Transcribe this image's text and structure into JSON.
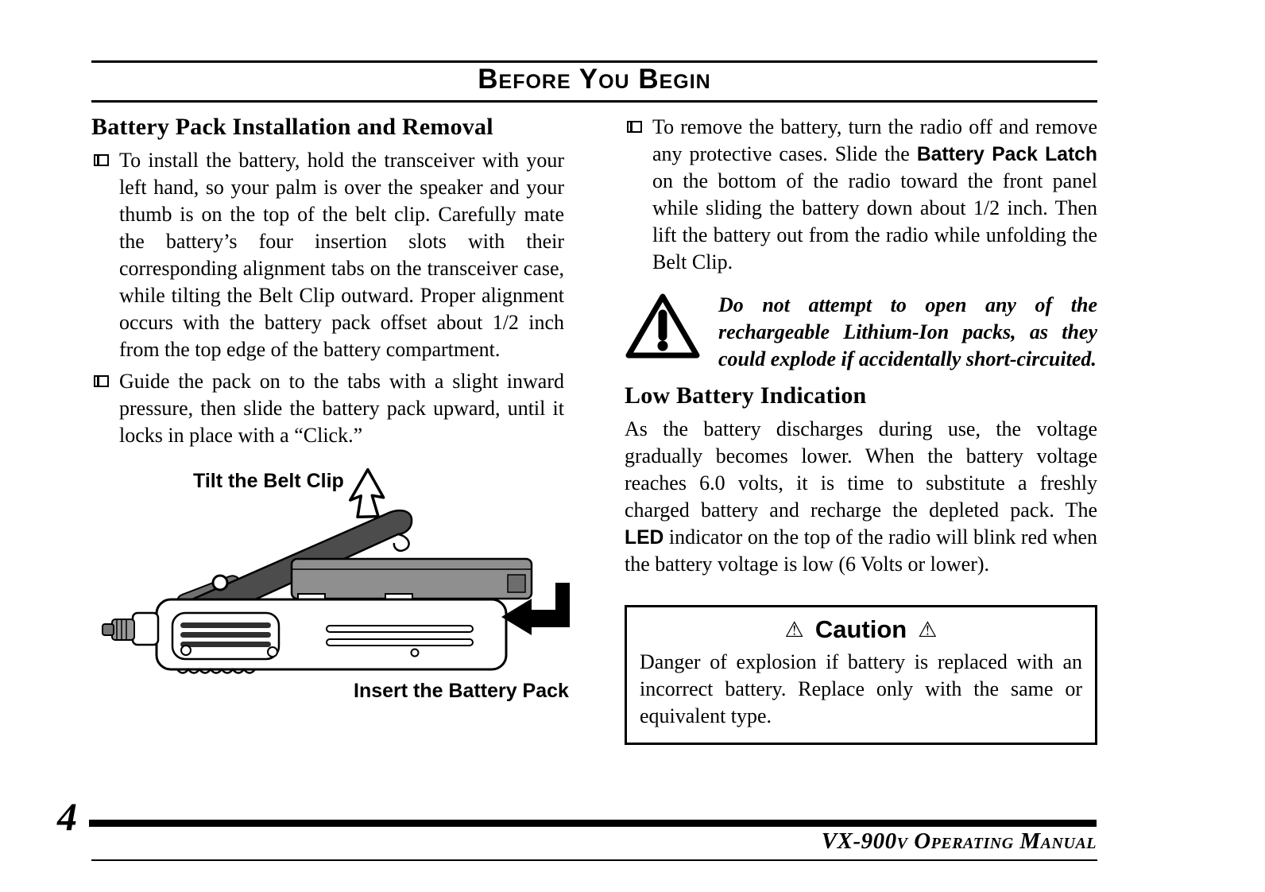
{
  "header": {
    "title": "Before You Begin"
  },
  "left": {
    "heading": "Battery Pack Installation and Removal",
    "bullet1": "To install the battery, hold the transceiver with your left hand, so your palm is over the speaker and your thumb is on the top of the belt clip. Carefully mate the battery’s four insertion slots with their corresponding alignment tabs on the transceiver case, while tilting the Belt Clip outward. Proper alignment occurs with the battery pack offset about 1/2 inch from the top edge of the battery compartment.",
    "bullet2": "Guide the pack on to the tabs with a slight inward pressure, then slide the battery pack upward, until it locks in place with a “Click.”",
    "figure": {
      "tilt_label": "Tilt the Belt Clip",
      "insert_label": "Insert the Battery Pack"
    }
  },
  "right": {
    "bullet_parts": {
      "p0": "To remove the battery, turn the radio off and remove any protective cases. Slide the ",
      "p1": "Battery Pack Latch",
      "p2": " on the bottom of the radio toward the front panel while sliding the battery down about 1/2 inch. Then lift the battery out from the radio while unfolding the Belt Clip."
    },
    "warning_text": "Do not attempt to open any of the rechargeable Lithium-Ion packs, as they could explode if accidentally short-circuited.",
    "low_battery": {
      "heading": "Low Battery Indication",
      "p0": "As the battery discharges during use, the voltage gradually becomes lower. When the battery voltage reaches 6.0 volts, it is time to substitute a freshly charged battery and recharge the depleted pack. The ",
      "p1": "LED",
      "p2": " indicator on the top of the radio will blink red when the battery voltage is low (6 Volts or lower)."
    },
    "caution": {
      "icon": "⚠",
      "title": "Caution",
      "body": "Danger of explosion if battery is replaced with an incorrect battery. Replace only with the same or equivalent type."
    }
  },
  "footer": {
    "page_number": "4",
    "manual_title": "VX-900v Operating Manual"
  }
}
